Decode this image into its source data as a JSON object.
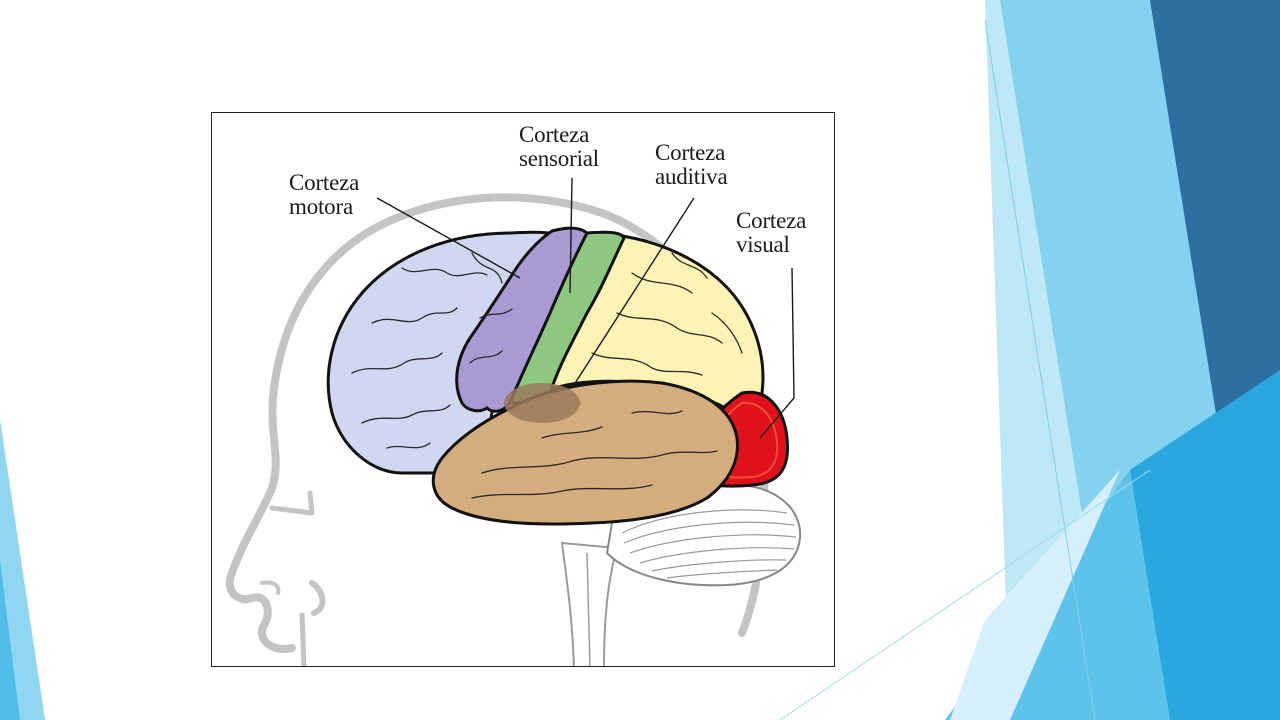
{
  "labels": {
    "motora": {
      "line1": "Corteza",
      "line2": "motora"
    },
    "sensorial": {
      "line1": "Corteza",
      "line2": "sensorial"
    },
    "auditiva": {
      "line1": "Corteza",
      "line2": "auditiva"
    },
    "visual": {
      "line1": "Corteza",
      "line2": "visual"
    }
  },
  "colors": {
    "frontal": "#cfd8f0",
    "motor": "#a89ad3",
    "sensory": "#8ec77f",
    "parietal": "#fcf3b4",
    "temporal": "#d4ad7e",
    "auditory_spot": "#9a7a5a",
    "visual": "#e0101c",
    "slide_blue_light": "#7dd3f0",
    "slide_blue_mid": "#29abe2",
    "slide_blue_dark": "#2a6c9c"
  }
}
